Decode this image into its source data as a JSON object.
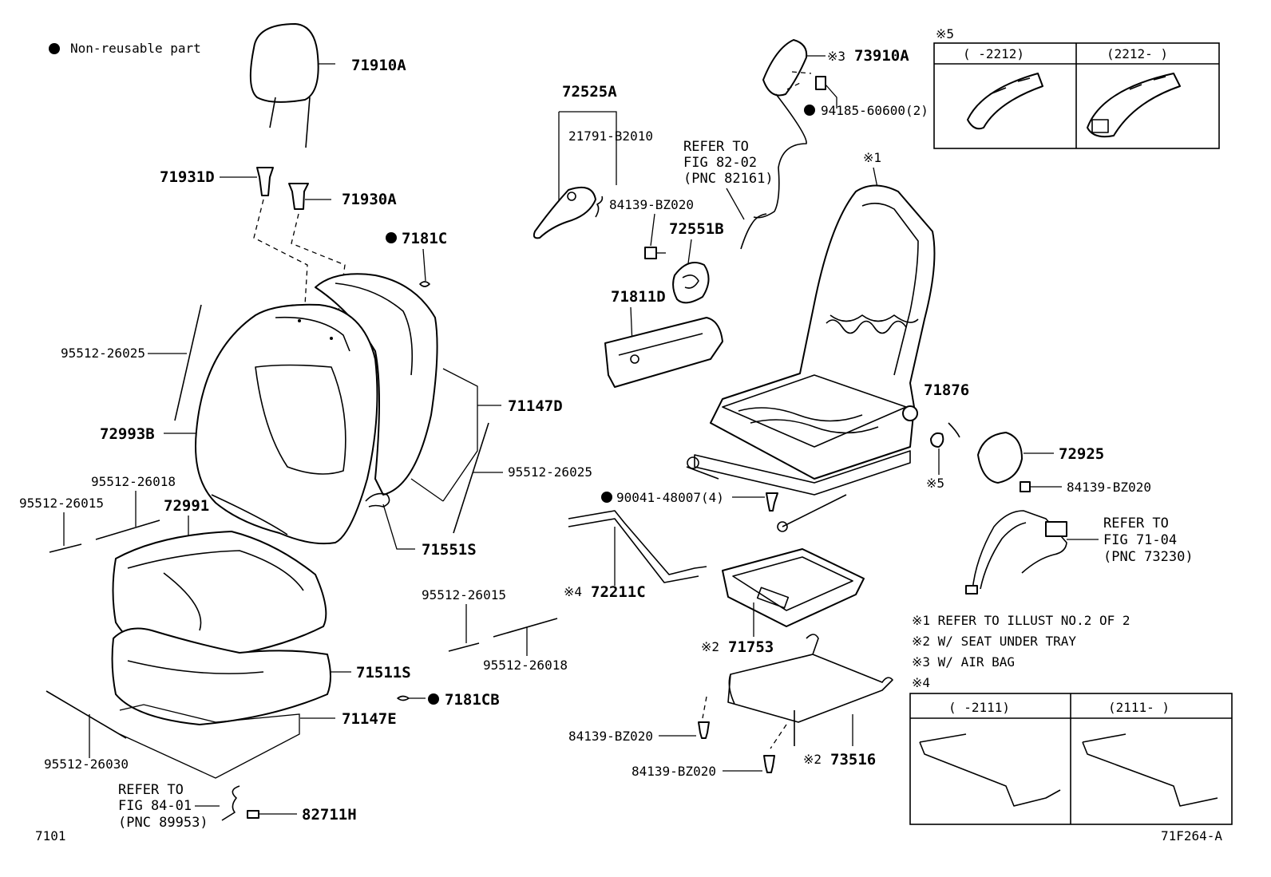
{
  "legend": {
    "bullet_note": "Non-reusable part"
  },
  "labels": {
    "p71910A": "71910A",
    "p71931D": "71931D",
    "p71930A": "71930A",
    "p7181C": "7181C",
    "p95512_26025_left": "95512-26025",
    "p72993B": "72993B",
    "p71147D": "71147D",
    "p95512_26025_right": "95512-26025",
    "p95512_26018_left": "95512-26018",
    "p95512_26015_left": "95512-26015",
    "p72991": "72991",
    "p71551S": "71551S",
    "p95512_26015_mid": "95512-26015",
    "p95512_26018_mid": "95512-26018",
    "p71511S": "71511S",
    "p7181CB": "7181CB",
    "p71147E": "71147E",
    "p95512_26030": "95512-26030",
    "ref_84_01_l1": "REFER TO",
    "ref_84_01_l2": "FIG 84-01",
    "ref_84_01_l3": "(PNC 89953)",
    "p82711H": "82711H",
    "p72525A": "72525A",
    "p21791_B2010": "21791-B2010",
    "p84139_BZ020_a": "84139-BZ020",
    "p72551B": "72551B",
    "p71811D": "71811D",
    "ref_82_02_l1": "REFER TO",
    "ref_82_02_l2": "FIG 82-02",
    "ref_82_02_l3": "(PNC 82161)",
    "note3_mark": "※3",
    "p73910A": "73910A",
    "p94185_60600": "94185-60600(2)",
    "note1_mark": "※1",
    "p71876": "71876",
    "note5_mark_small": "※5",
    "p72925": "72925",
    "p84139_BZ020_b": "84139-BZ020",
    "ref_71_04_l1": "REFER TO",
    "ref_71_04_l2": "FIG 71-04",
    "ref_71_04_l3": "(PNC 73230)",
    "p90041_48007": "90041-48007(4)",
    "note4_mark": "※4",
    "p72211C": "72211C",
    "note2_mark_a": "※2",
    "p71753": "71753",
    "p84139_BZ020_c": "84139-BZ020",
    "p84139_BZ020_d": "84139-BZ020",
    "note2_mark_b": "※2",
    "p73516": "73516",
    "page_left_code": "7101",
    "page_right_code": "71F264-A"
  },
  "notes": [
    "※1 REFER TO ILLUST NO.2 OF 2",
    "※2 W/ SEAT UNDER TRAY",
    "※3 W/ AIR BAG"
  ],
  "inset5": {
    "mark": "※5",
    "col1": "(     -2212)",
    "col2": "(2212-     )"
  },
  "inset4": {
    "mark": "※4",
    "col1": "(     -2111)",
    "col2": "(2111-     )"
  }
}
